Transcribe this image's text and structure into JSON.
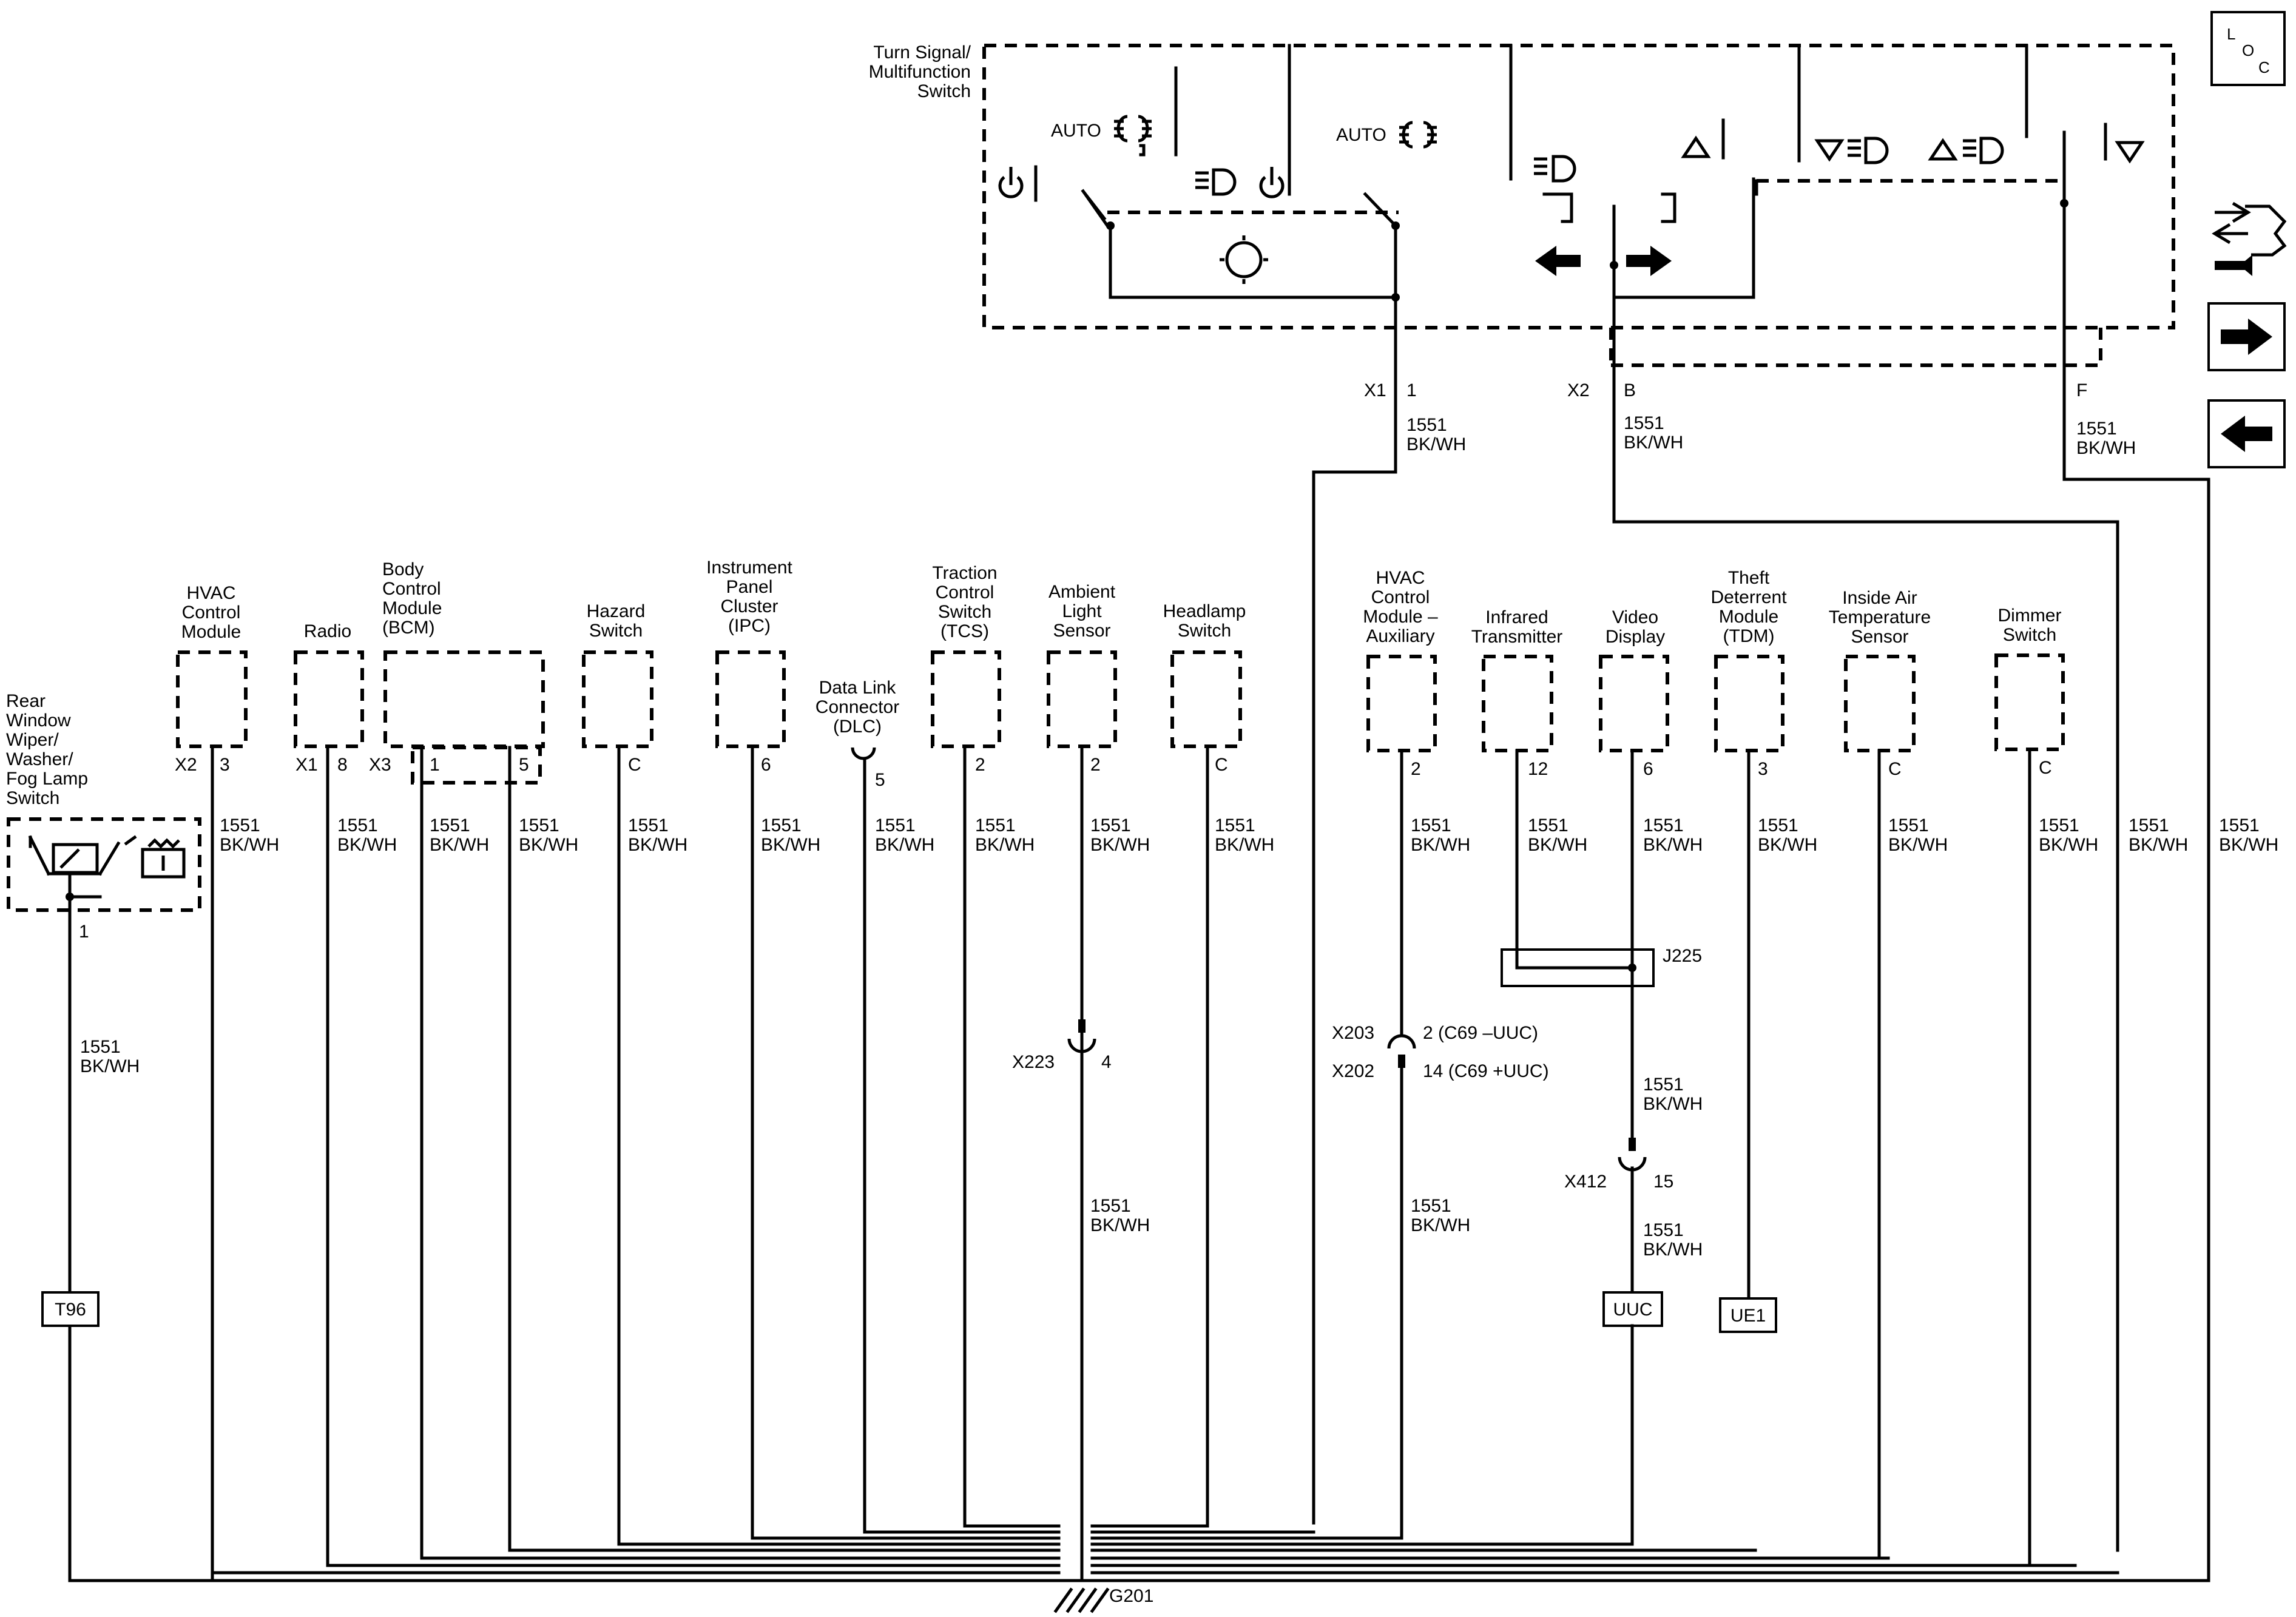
{
  "wire": "1551",
  "color": "BK/WH",
  "ground": "G201",
  "loc_letters": [
    "L",
    "O",
    "C"
  ],
  "tsm": {
    "title_lines": [
      "Turn Signal/",
      "Multifunction",
      "Switch"
    ],
    "auto": "AUTO",
    "x1": "X1",
    "x1_pin": "1",
    "x2": "X2",
    "x2_pin": "B",
    "f_pin": "F"
  },
  "components": [
    {
      "id": "rear-wiper",
      "lines": [
        "Rear",
        "Window",
        "Wiper/",
        "Washer/",
        "Fog Lamp",
        "Switch"
      ],
      "conn": "",
      "pin": "1"
    },
    {
      "id": "hvac-control",
      "lines": [
        "HVAC",
        "Control",
        "Module"
      ],
      "conn": "X2",
      "pin": "3"
    },
    {
      "id": "radio",
      "lines": [
        "Radio"
      ],
      "conn": "X1",
      "pin": "8"
    },
    {
      "id": "bcm",
      "lines": [
        "Body",
        "Control",
        "Module",
        "(BCM)"
      ],
      "conn": "X3",
      "pin": "1",
      "pin2": "5"
    },
    {
      "id": "hazard",
      "lines": [
        "Hazard",
        "Switch"
      ],
      "conn": "",
      "pin": "C"
    },
    {
      "id": "ipc",
      "lines": [
        "Instrument",
        "Panel",
        "Cluster",
        "(IPC)"
      ],
      "conn": "",
      "pin": "6"
    },
    {
      "id": "dlc",
      "lines": [
        "Data Link",
        "Connector",
        "(DLC)"
      ],
      "conn": "",
      "pin": "5"
    },
    {
      "id": "tcs",
      "lines": [
        "Traction",
        "Control",
        "Switch",
        "(TCS)"
      ],
      "conn": "",
      "pin": "2"
    },
    {
      "id": "ambient",
      "lines": [
        "Ambient",
        "Light",
        "Sensor"
      ],
      "conn": "",
      "pin": "2"
    },
    {
      "id": "headlamp",
      "lines": [
        "Headlamp",
        "Switch"
      ],
      "conn": "",
      "pin": "C"
    },
    {
      "id": "hvac-aux",
      "lines": [
        "HVAC",
        "Control",
        "Module –",
        "Auxiliary"
      ],
      "conn": "",
      "pin": "2"
    },
    {
      "id": "infrared",
      "lines": [
        "Infrared",
        "Transmitter"
      ],
      "conn": "",
      "pin": "12"
    },
    {
      "id": "video",
      "lines": [
        "Video",
        "Display"
      ],
      "conn": "",
      "pin": "6"
    },
    {
      "id": "tdm",
      "lines": [
        "Theft",
        "Deterrent",
        "Module",
        "(TDM)"
      ],
      "conn": "",
      "pin": "3"
    },
    {
      "id": "inside-air",
      "lines": [
        "Inside Air",
        "Temperature",
        "Sensor"
      ],
      "conn": "",
      "pin": "C"
    },
    {
      "id": "dimmer",
      "lines": [
        "Dimmer",
        "Switch"
      ],
      "conn": "",
      "pin": "C"
    }
  ],
  "connectors": {
    "x223": "X223",
    "x223_pin": "4",
    "x203": "X203",
    "x203_pin": "2 (C69 –UUC)",
    "x202": "X202",
    "x202_pin": "14 (C69 +UUC)",
    "x412": "X412",
    "x412_pin": "15",
    "j225": "J225"
  },
  "option_boxes": [
    "T96",
    "UUC",
    "UE1"
  ],
  "icons": [
    "power-icon",
    "park-lamp-icon",
    "low-beam-icon",
    "dome-lamp-icon",
    "left-arrow-icon",
    "right-arrow-icon",
    "triangle-up-icon",
    "triangle-down-icon",
    "wiper-icon",
    "fog-lamp-icon",
    "connector-end-view-icon",
    "next-page-icon",
    "previous-page-icon"
  ]
}
